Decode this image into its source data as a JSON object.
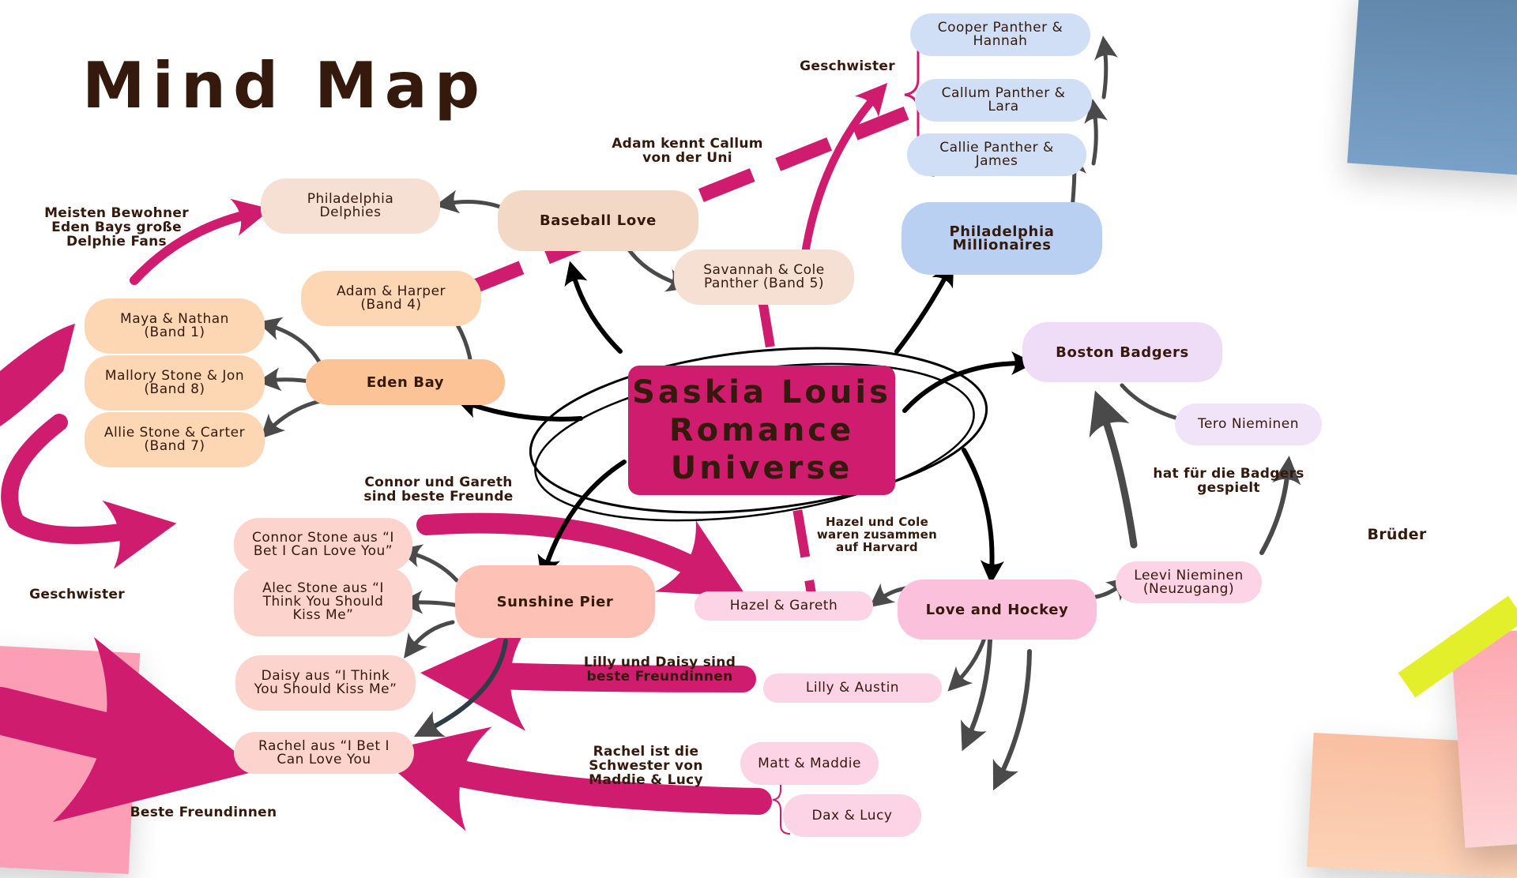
{
  "title": "Mind Map",
  "center": {
    "label": "Saskia Louis\nRomance\nUniverse"
  },
  "colors": {
    "accent": "#d01c6e",
    "text": "#35190c",
    "arrow_gray": "#4a4a4a",
    "arrow_black": "#000000"
  },
  "nodes": {
    "philadelphia_delphies": "Philadelphia\nDelphies",
    "baseball_love": "Baseball Love",
    "savannah_cole": "Savannah & Cole\nPanther (Band 5)",
    "adam_harper": "Adam & Harper\n(Band 4)",
    "maya_nathan": "Maya & Nathan\n(Band 1)",
    "mallory_jon": "Mallory Stone & Jon\n(Band 8)",
    "allie_carter": "Allie Stone & Carter\n(Band 7)",
    "eden_bay": "Eden Bay",
    "cooper_hannah": "Cooper Panther &\nHannah",
    "callum_lara": "Callum Panther &\nLara",
    "callie_james": "Callie Panther &\nJames",
    "philadelphia_millionaires": "Philadelphia\nMillionaires",
    "boston_badgers": "Boston Badgers",
    "tero": "Tero Nieminen",
    "leevi": "Leevi Nieminen\n(Neuzugang)",
    "love_hockey": "Love and Hockey",
    "hazel_gareth": "Hazel & Gareth",
    "lilly_austin": "Lilly & Austin",
    "matt_maddie": "Matt & Maddie",
    "dax_lucy": "Dax & Lucy",
    "sunshine_pier": "Sunshine Pier",
    "connor_stone": "Connor Stone aus “I\nBet I Can Love You”",
    "alec_stone": "Alec Stone aus “I\nThink You Should\nKiss Me”",
    "daisy": "Daisy aus “I Think\nYou Should Kiss Me”",
    "rachel": "Rachel aus “I Bet I\nCan Love You"
  },
  "annotations": {
    "delphie_fans": "Meisten Bewohner\nEden Bays große\nDelphie Fans",
    "adam_callum": "Adam kennt Callum\nvon der Uni",
    "geschwister_top": "Geschwister",
    "geschwister_left": "Geschwister",
    "badgers_played": "hat für die Badgers\ngespielt",
    "brueder": "Brüder",
    "connor_gareth": "Connor und Gareth\nsind beste Freunde",
    "hazel_cole": "Hazel und Cole\nwaren zusammen\nauf Harvard",
    "lilly_daisy": "Lilly und Daisy sind\nbeste Freundinnen",
    "rachel_sister": "Rachel ist die\nSchwester von\nMaddie & Lucy",
    "beste_freundinnen": "Beste Freundinnen"
  }
}
